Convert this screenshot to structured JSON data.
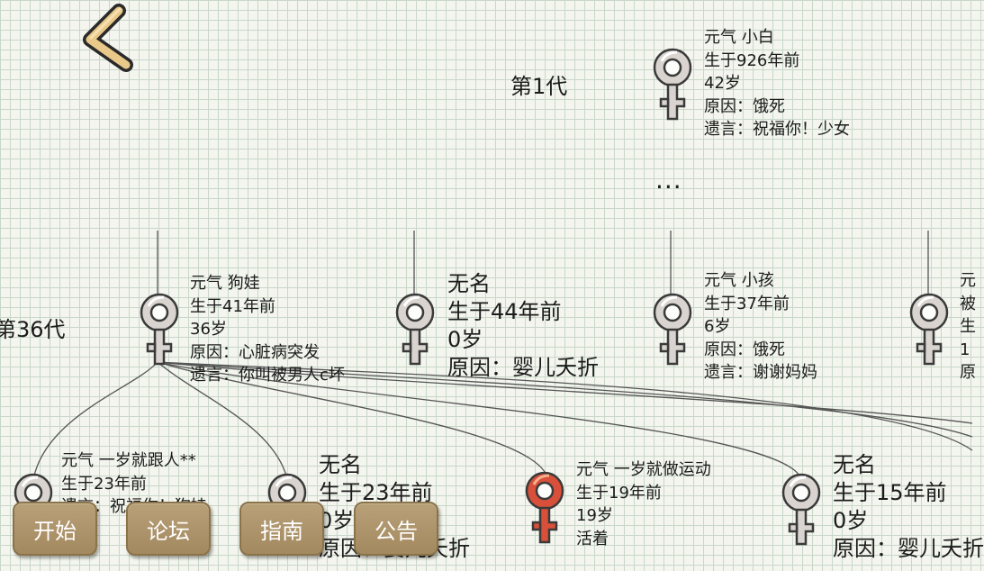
{
  "generations": {
    "first": "第1代",
    "thirty_sixth": "第36代"
  },
  "ellipsis": "...",
  "ancestor": {
    "name": "元气 小白",
    "born": "生于926年前",
    "age": "42岁",
    "cause": "原因：饿死",
    "will": "遗言：祝福你！少女"
  },
  "gen36": [
    {
      "name": "元气 狗娃",
      "born": "生于41年前",
      "age": "36岁",
      "cause": "原因：心脏病突发",
      "will": "遗言：你叫被男人c坏"
    },
    {
      "name": "无名",
      "born": "生于44年前",
      "age": "0岁",
      "cause": "原因：婴儿夭折"
    },
    {
      "name": "元气 小孩",
      "born": "生于37年前",
      "age": "6岁",
      "cause": "原因：饿死",
      "will": "遗言：谢谢妈妈"
    },
    {
      "name": "元",
      "born": "被",
      "age": "生",
      "cause": "1",
      "will": "原"
    }
  ],
  "gen37": [
    {
      "name": "元气 一岁就跟人**",
      "born": "生于23年前",
      "age": "",
      "cause": "",
      "will": "遗言：祝福你！狗娃"
    },
    {
      "name": "无名",
      "born": "生于23年前",
      "age": "0岁",
      "cause": "原因：婴儿夭折"
    },
    {
      "name": "元气 一岁就做运动",
      "born": "生于19年前",
      "age": "19岁",
      "status": "活着"
    },
    {
      "name": "无名",
      "born": "生于15年前",
      "age": "0岁",
      "cause": "原因：婴儿夭折"
    }
  ],
  "menu": {
    "start": "开始",
    "forum": "论坛",
    "guide": "指南",
    "notice": "公告"
  },
  "colors": {
    "background": "#f3f5ee",
    "grid": "#c9d7c9",
    "deceased_icon": "#d9d4cf",
    "living_icon": "#d9503a",
    "button": "#a88e64",
    "back_arrow": "#e8c98a"
  }
}
